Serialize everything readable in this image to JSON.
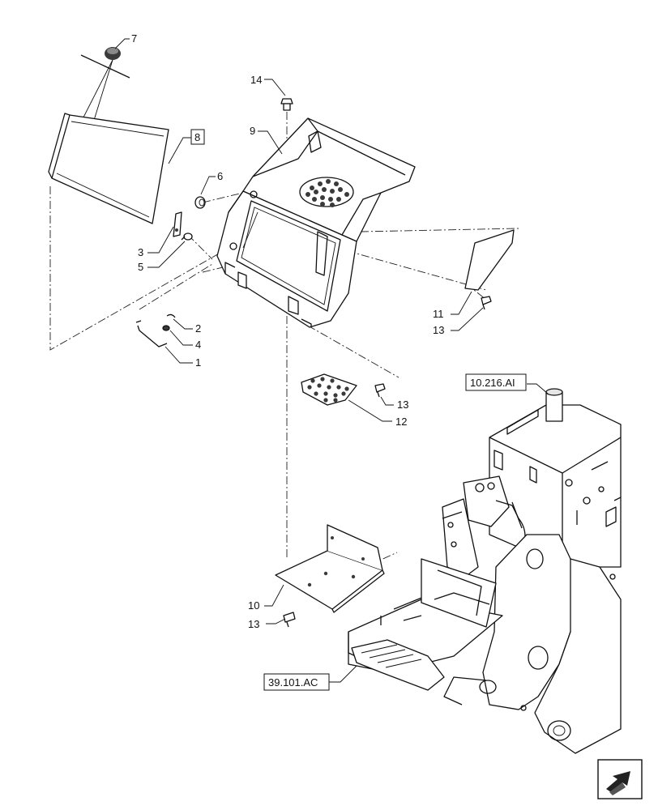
{
  "callouts": [
    {
      "id": "c7",
      "text": "7"
    },
    {
      "id": "c8",
      "text": "8"
    },
    {
      "id": "c14",
      "text": "14"
    },
    {
      "id": "c9",
      "text": "9"
    },
    {
      "id": "c6",
      "text": "6"
    },
    {
      "id": "c3",
      "text": "3"
    },
    {
      "id": "c5",
      "text": "5"
    },
    {
      "id": "c2",
      "text": "2"
    },
    {
      "id": "c4",
      "text": "4"
    },
    {
      "id": "c1",
      "text": "1"
    },
    {
      "id": "c11",
      "text": "11"
    },
    {
      "id": "c13a",
      "text": "13"
    },
    {
      "id": "c13b",
      "text": "13"
    },
    {
      "id": "c12",
      "text": "12"
    },
    {
      "id": "c10",
      "text": "10"
    },
    {
      "id": "c13c",
      "text": "13"
    }
  ],
  "references": [
    {
      "id": "ref1",
      "text": "10.216.AI"
    },
    {
      "id": "ref2",
      "text": "39.101.AC"
    }
  ],
  "icons": {
    "nav": "next-page-arrow-icon"
  }
}
